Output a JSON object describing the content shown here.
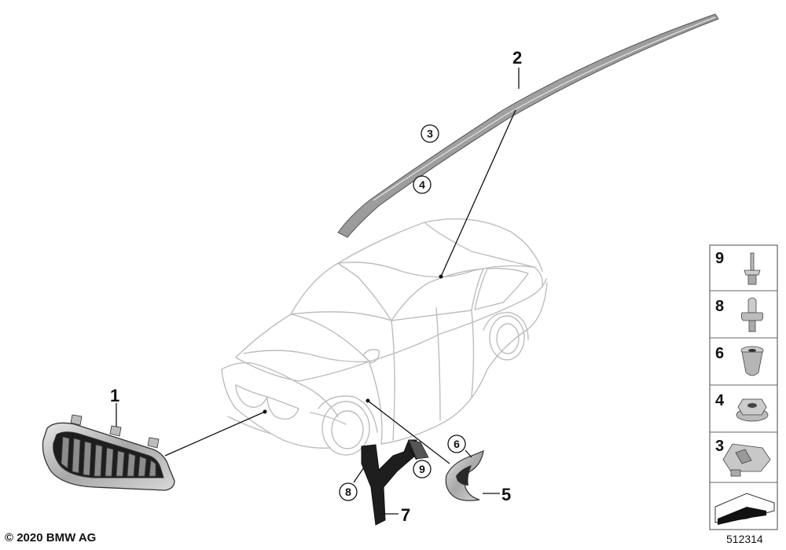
{
  "callouts": [
    {
      "id": "callout-1",
      "label": "1"
    },
    {
      "id": "callout-2",
      "label": "2"
    },
    {
      "id": "callout-5",
      "label": "5"
    },
    {
      "id": "callout-7",
      "label": "7"
    }
  ],
  "circled_callouts": [
    {
      "id": "circled-3",
      "label": "3"
    },
    {
      "id": "circled-4",
      "label": "4"
    },
    {
      "id": "circled-6",
      "label": "6"
    },
    {
      "id": "circled-8",
      "label": "8"
    },
    {
      "id": "circled-9",
      "label": "9"
    }
  ],
  "side_panel": {
    "items": [
      {
        "label": "9",
        "icon": "rivet-icon"
      },
      {
        "label": "8",
        "icon": "expanding-rivet-icon"
      },
      {
        "label": "6",
        "icon": "expanding-nut-icon"
      },
      {
        "label": "4",
        "icon": "hex-nut-icon"
      },
      {
        "label": "3",
        "icon": "clip-icon"
      },
      {
        "label": "",
        "icon": "gasket-strip-icon"
      }
    ]
  },
  "footer": {
    "copyright": "© 2020 BMW AG",
    "diagram_id": "512314"
  },
  "colors": {
    "car_outline": "#bdbdbd",
    "part_fill": "#a9a9a9",
    "part_dark": "#1e1e1e",
    "ink": "#111111"
  }
}
